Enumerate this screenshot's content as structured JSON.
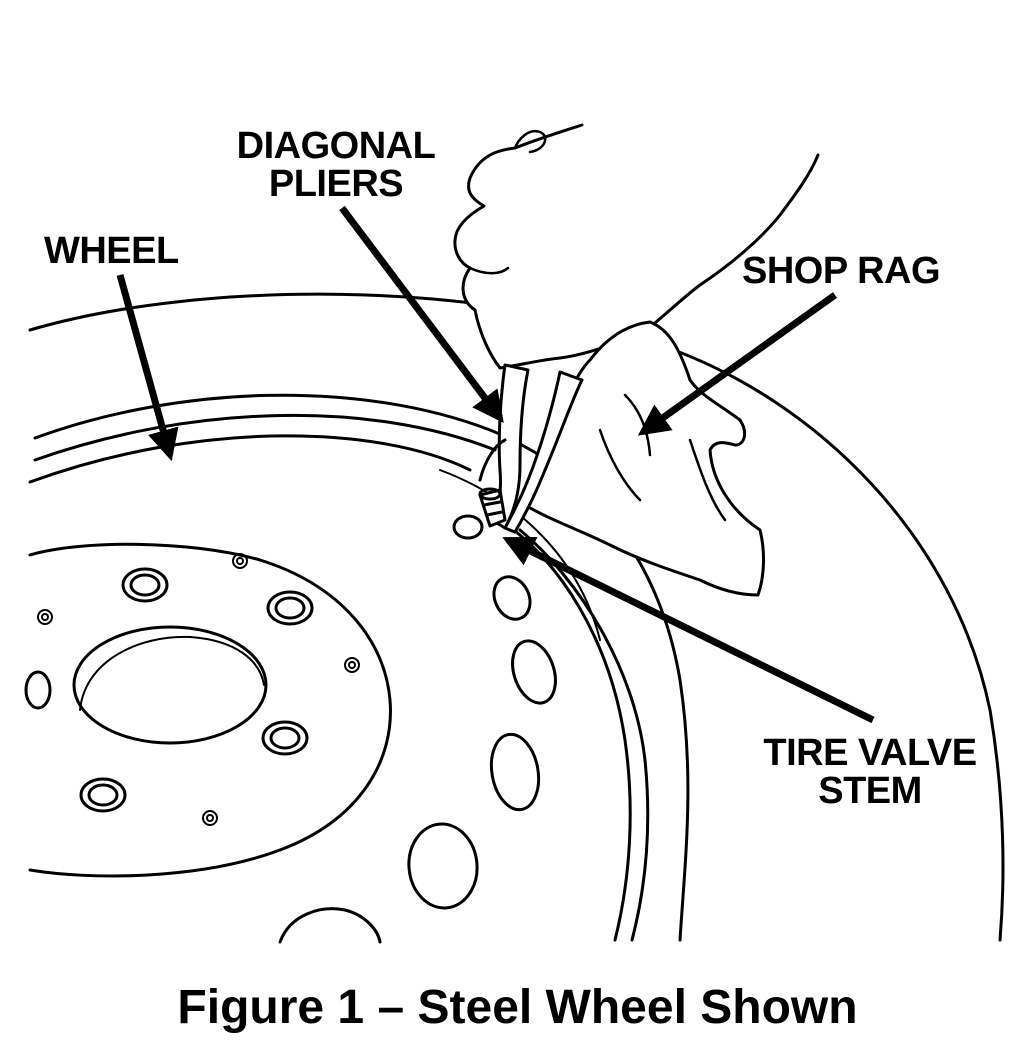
{
  "labels": {
    "diagonal_pliers": [
      "DIAGONAL",
      "PLIERS"
    ],
    "wheel": "WHEEL",
    "shop_rag": "SHOP RAG",
    "tire_valve_stem": [
      "TIRE VALVE",
      "STEM"
    ]
  },
  "caption": "Figure 1 – Steel Wheel Shown",
  "colors": {
    "ink": "#000000",
    "paper": "#ffffff"
  }
}
